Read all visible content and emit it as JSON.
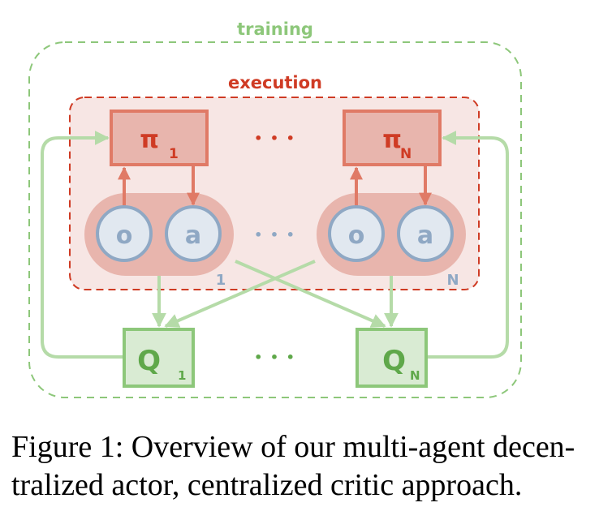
{
  "colors": {
    "training": "#8dc77a",
    "execution": "#cf3b24",
    "policy_fill": "#e8b5ad",
    "policy_stroke": "#e07a66",
    "critic_fill": "#d9ebd3",
    "critic_stroke": "#8dc77a",
    "critic_text": "#5fa84a",
    "node_fill": "#e1e8f0",
    "node_stroke": "#8fa8c4",
    "agent_blob": "#e8b5ad",
    "exec_bg": "#f7e6e4",
    "green_arrow": "#b5dba8"
  },
  "labels": {
    "training": "training",
    "execution": "execution"
  },
  "policies": [
    {
      "symbol": "π",
      "subscript": "1"
    },
    {
      "symbol": "π",
      "subscript": "N"
    }
  ],
  "agents": [
    {
      "obs": "o",
      "act": "a",
      "index": "1"
    },
    {
      "obs": "o",
      "act": "a",
      "index": "N"
    }
  ],
  "critics": [
    {
      "symbol": "Q",
      "subscript": "1"
    },
    {
      "symbol": "Q",
      "subscript": "N"
    }
  ],
  "ellipsis": "• • •",
  "caption": {
    "line1": "Figure 1:  Overview of our multi-agent decen-",
    "line2": "tralized actor, centralized critic approach."
  }
}
